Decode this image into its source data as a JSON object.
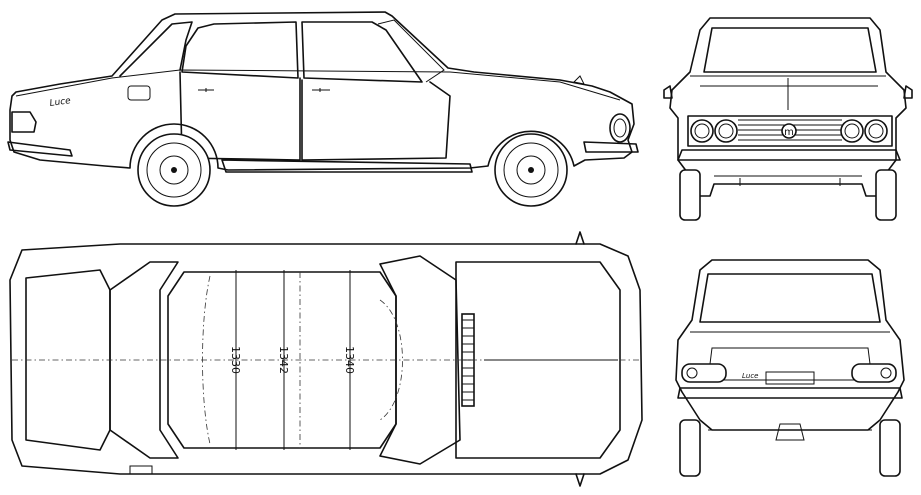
{
  "dimensions": {
    "d1": "1330",
    "d2": "1342",
    "d3": "1340"
  },
  "script_badge": "Luce",
  "rear_badge": "Luce",
  "grille_logo": "m"
}
